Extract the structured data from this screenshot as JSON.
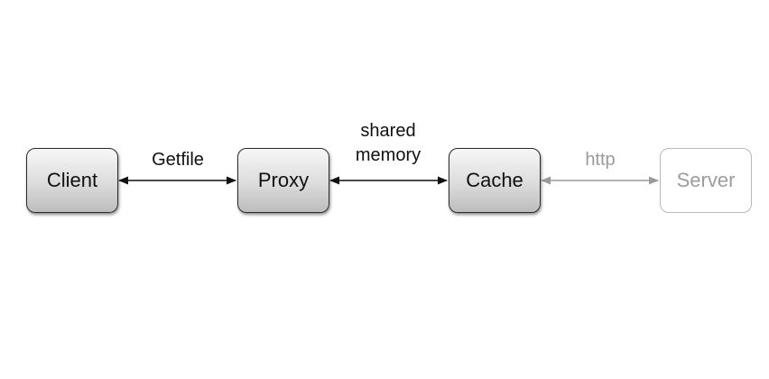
{
  "diagram": {
    "nodes": {
      "client": {
        "label": "Client"
      },
      "proxy": {
        "label": "Proxy"
      },
      "cache": {
        "label": "Cache"
      },
      "server": {
        "label": "Server"
      }
    },
    "edges": {
      "client_proxy": {
        "label": "Getfile"
      },
      "proxy_cache": {
        "line1": "shared",
        "line2": "memory"
      },
      "cache_server": {
        "label": "http"
      }
    },
    "colors": {
      "active": "#111111",
      "inactive": "#9a9a9a"
    }
  }
}
